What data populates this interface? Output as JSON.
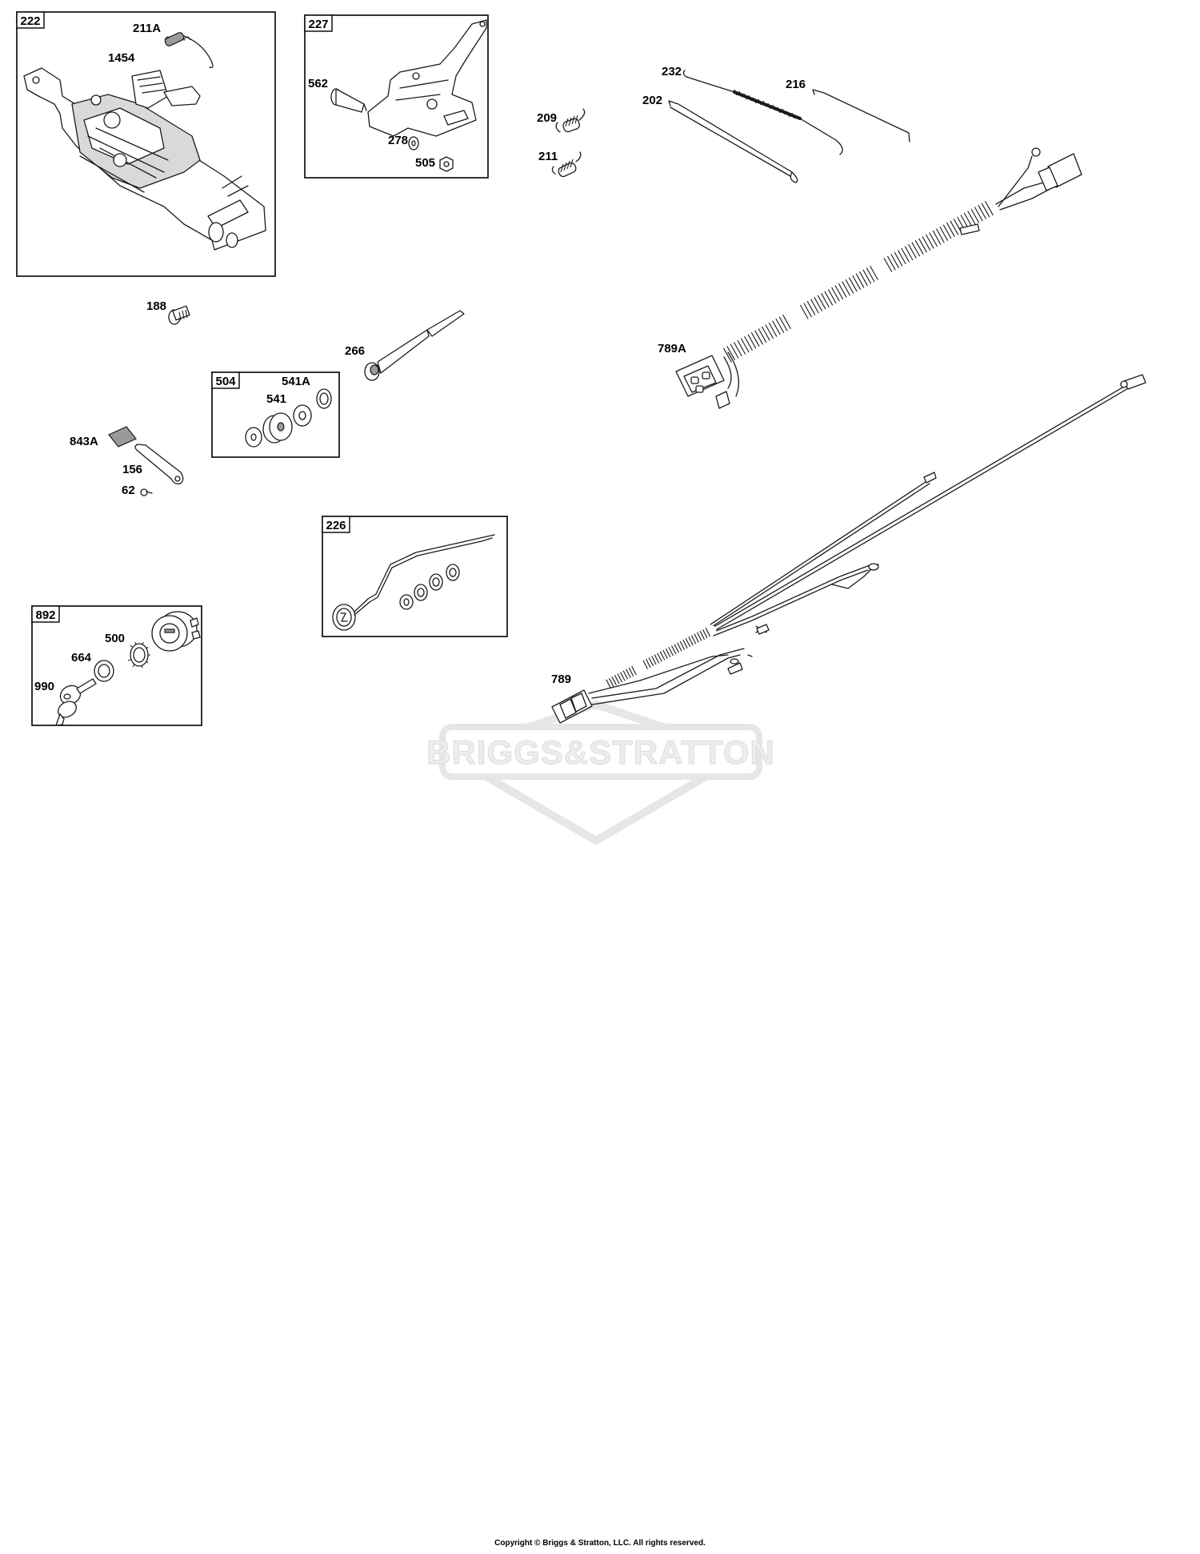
{
  "boxes": {
    "b222": "222",
    "b227": "227",
    "b504": "504",
    "b226": "226",
    "b892": "892"
  },
  "labels": {
    "p211A": "211A",
    "p1454": "1454",
    "p562": "562",
    "p278": "278",
    "p505": "505",
    "p209": "209",
    "p211": "211",
    "p232": "232",
    "p216": "216",
    "p202": "202",
    "p188": "188",
    "p266": "266",
    "p541A": "541A",
    "p541": "541",
    "p843A": "843A",
    "p156": "156",
    "p62": "62",
    "p789A": "789A",
    "p500": "500",
    "p664": "664",
    "p990": "990",
    "p789": "789"
  },
  "watermark": "BRIGGS&STRATTON",
  "copyright": "Copyright © Briggs & Stratton, LLC. All rights reserved."
}
